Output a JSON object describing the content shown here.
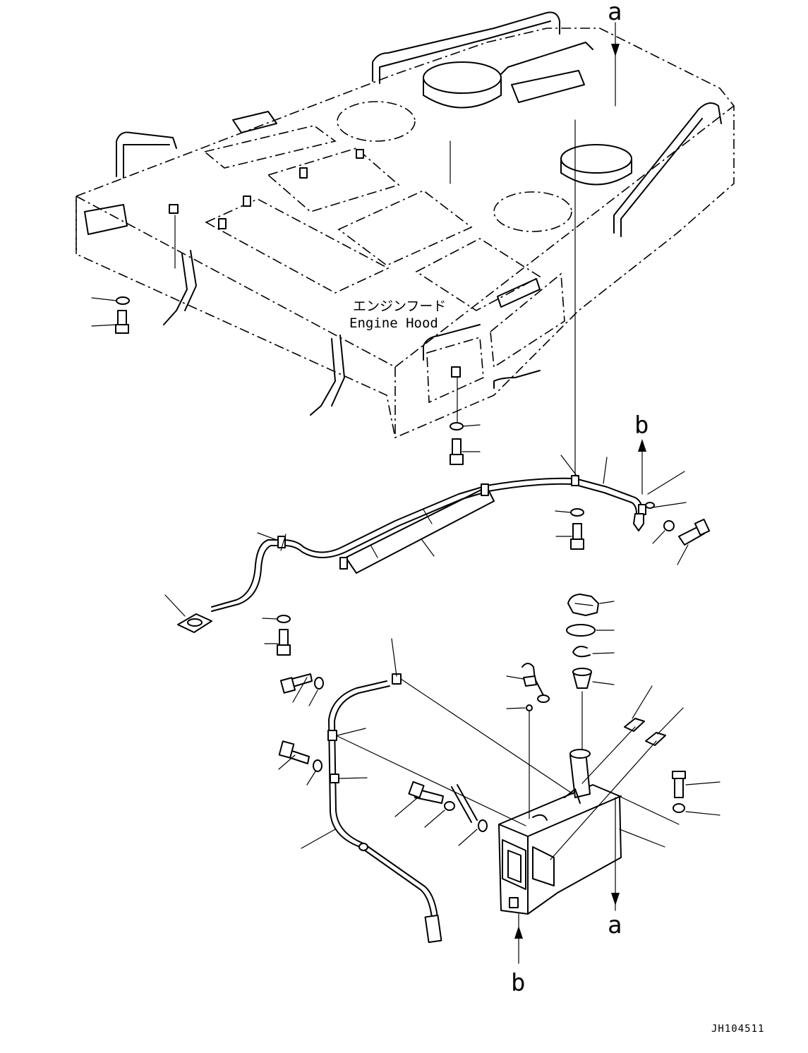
{
  "labels": {
    "view_a_top": "a",
    "view_a_bottom": "a",
    "view_b_top": "b",
    "view_b_bottom": "b",
    "engine_hood_jp": "エンジンフード",
    "engine_hood_en": "Engine Hood",
    "drawing_code": "JH104511"
  },
  "colors": {
    "line": "#000000",
    "background": "#ffffff"
  }
}
